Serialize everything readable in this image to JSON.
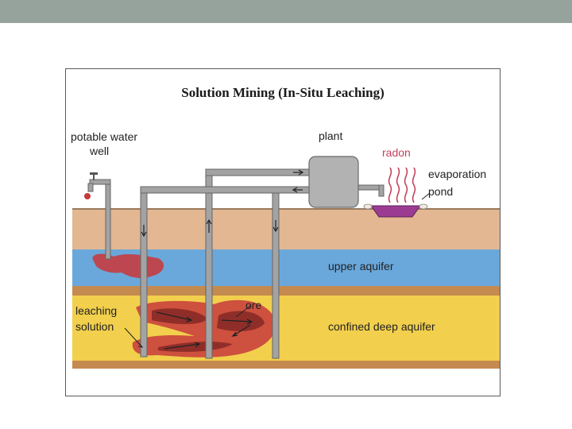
{
  "title": "Solution Mining  (In-Situ Leaching)",
  "labels": {
    "potable_water": "potable water",
    "well": "well",
    "plant": "plant",
    "radon": "radon",
    "evaporation": "evaporation",
    "pond": "pond",
    "upper_aquifer": "upper aquifer",
    "ore": "ore",
    "leaching": "leaching",
    "solution": "solution",
    "confined_deep_aquifer": "confined deep aquifer"
  },
  "colors": {
    "header_bar": "#95a39c",
    "soil": "#e3b792",
    "upper_aquifer": "#6aa8db",
    "deep_aquifer": "#f2cf4c",
    "clay_layer": "#c58a4f",
    "pipe": "#a3a3a3",
    "contamination": "#c8393c",
    "pond": "#9b3c92",
    "radon": "#c4415d"
  }
}
